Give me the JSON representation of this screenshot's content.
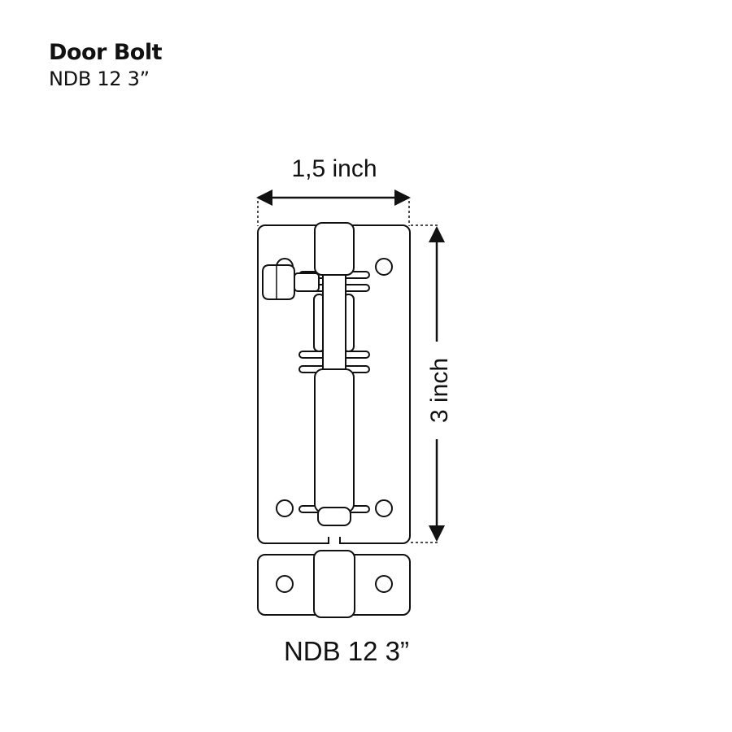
{
  "header": {
    "title": "Door Bolt",
    "subtitle": "NDB 12 3”"
  },
  "dimensions": {
    "width_label": "1,5 inch",
    "height_label": "3 inch"
  },
  "caption": "NDB 12 3”",
  "colors": {
    "ink": "#111111",
    "background": "#ffffff"
  }
}
